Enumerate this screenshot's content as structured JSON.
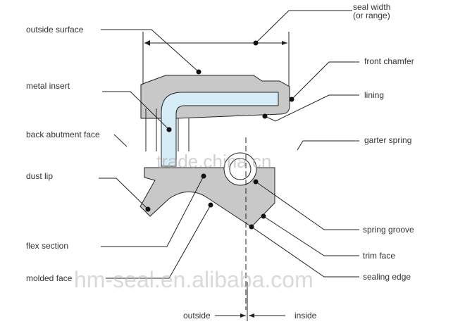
{
  "labels": {
    "outside_surface": "outside surface",
    "metal_insert": "metal insert",
    "back_abutment_face": "back abutment face",
    "dust_lip": "dust lip",
    "flex_section": "flex section",
    "molded_face": "molded face",
    "seal_width": "seal width",
    "seal_width_sub": "(or range)",
    "front_chamfer": "front chamfer",
    "lining": "lining",
    "garter_spring": "garter spring",
    "spring_groove": "spring groove",
    "trim_face": "trim face",
    "sealing_edge": "sealing edge",
    "outside": "outside",
    "inside": "inside"
  },
  "watermarks": {
    "center": "trade.china.cn",
    "bottom": "hm-seal.en.alibaba.com"
  },
  "colors": {
    "body": "#c8c8c8",
    "insert": "#d6ecf7",
    "line": "#222222"
  }
}
